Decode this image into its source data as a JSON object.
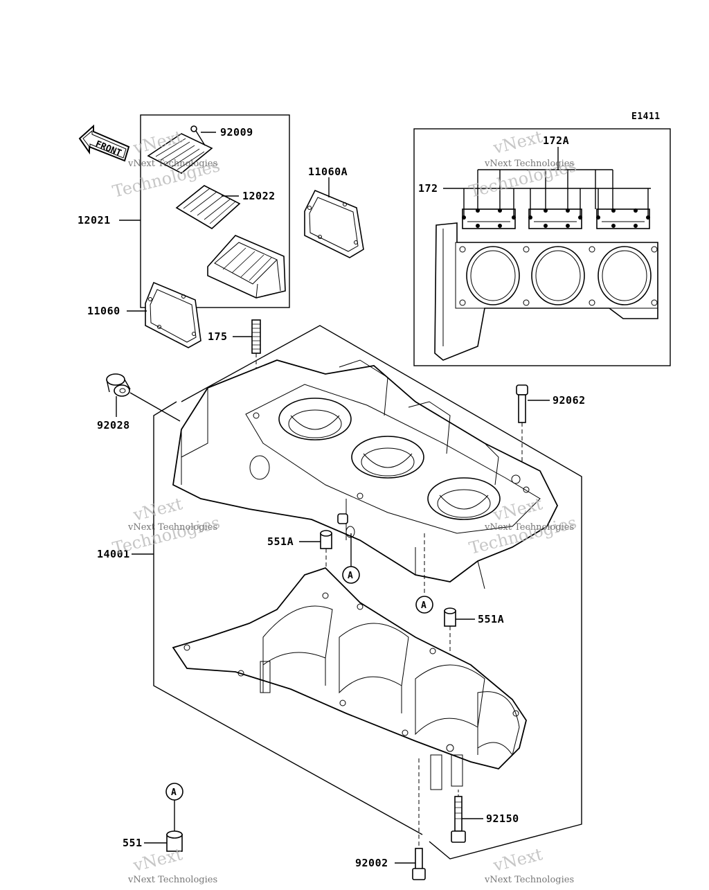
{
  "diagram": {
    "code": "E1411",
    "front_label": "FRONT",
    "reference_marker": "A",
    "callouts": {
      "p92009": "92009",
      "p12022": "12022",
      "p12021": "12021",
      "p11060A": "11060A",
      "p11060": "11060",
      "p175": "175",
      "p92028": "92028",
      "p92062": "92062",
      "p551A_upper": "551A",
      "p551A_lower": "551A",
      "p14001": "14001",
      "p172A": "172A",
      "p172": "172",
      "p92150": "92150",
      "p551": "551",
      "p92002": "92002"
    },
    "watermark": {
      "line1": "vNext",
      "line2": "Technologies",
      "caption": "vNext Technologies"
    }
  }
}
